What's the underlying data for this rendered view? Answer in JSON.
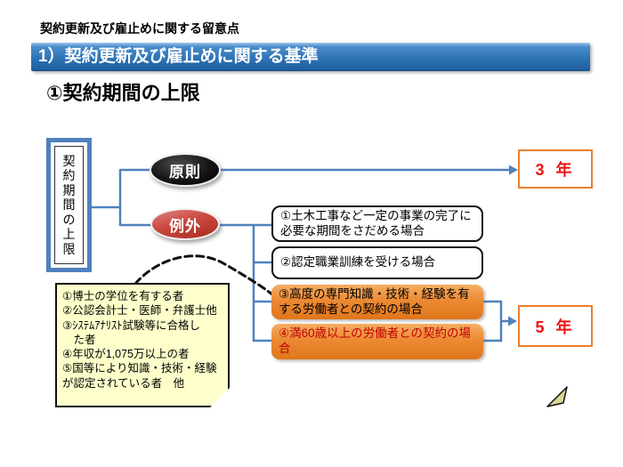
{
  "page": {
    "title": "契約更新及び雇止めに関する留意点",
    "banner": "1）契約更新及び雇止めに関する基準",
    "subtitle": "①契約期間の上限"
  },
  "diagram": {
    "root_label": "契約期間の上限",
    "principle_label": "原則",
    "exception_label": "例外",
    "principle_result": "3 年",
    "exception_result": "5 年",
    "cases": [
      {
        "text": "①土木工事など一定の事業の完了に必要な期間をさだめる場合"
      },
      {
        "text": "②認定職業訓練を受ける場合"
      },
      {
        "text": "③高度の専門知識・技術・経験を有する労働者との契約の場合"
      },
      {
        "text": "④満60歳以上の労働者との契約の場合"
      }
    ],
    "note_lines": [
      "①博士の学位を有する者",
      "②公認会計士・医師・弁護士他",
      "③ｼｽﾃﾑｱﾅﾘｽﾄ試験等に合格し",
      "　た者",
      "④年収が1,075万以上の者",
      "⑤国等により知識・技術・経験",
      "が認定されている者　他"
    ],
    "colors": {
      "connector_blue": "#4F81BD",
      "banner_blue": "#2E74B5",
      "orange_box": "#EC8A33",
      "year_border": "#ED7D31",
      "year_text": "#EE1111",
      "case4_text": "#C00000",
      "note_bg": "#FFFFCB",
      "principle_fill": "#000000",
      "exception_fill": "#B73229"
    }
  }
}
